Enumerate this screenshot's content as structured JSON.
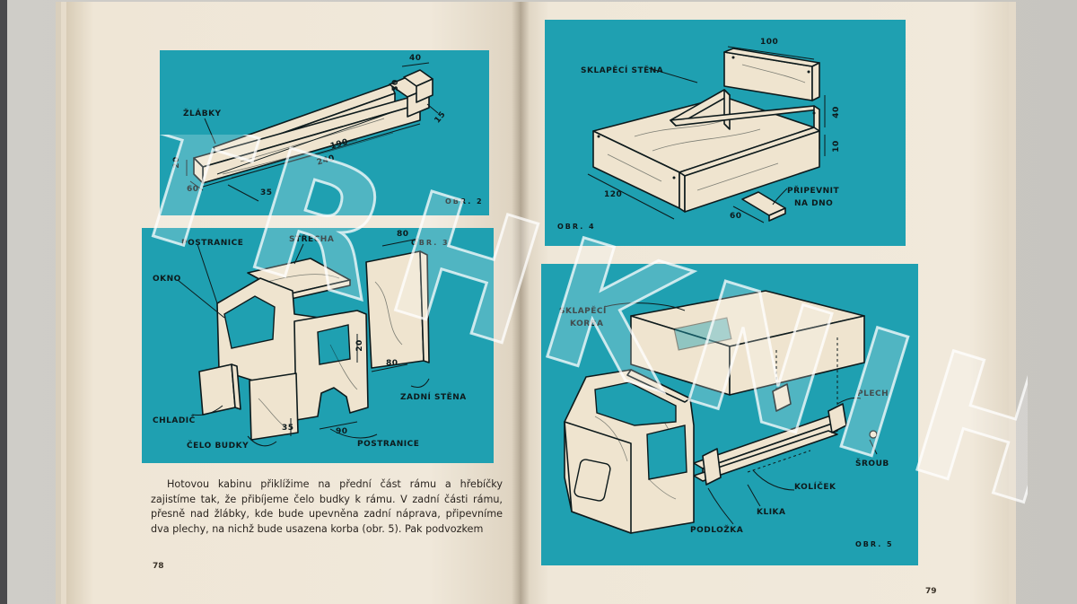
{
  "left_page": {
    "fig2": {
      "label_zlabky": "ŽLÁBKY",
      "dims": [
        "40",
        "30",
        "15",
        "190",
        "240",
        "20",
        "60",
        "35"
      ],
      "caption": "OBR. 2"
    },
    "fig3": {
      "label_postranice_top": "POSTRANICE",
      "label_strecha": "STŘECHA",
      "label_okno": "OKNO",
      "label_chladic": "CHLADIČ",
      "label_celo_budky": "ČELO BUDKY",
      "label_postranice_bottom": "POSTRANICE",
      "label_zadni_stena": "ZADNÍ STĚNA",
      "dims": [
        "80",
        "20",
        "80",
        "35",
        "90"
      ],
      "caption": "OBR. 3"
    },
    "text": "Hotovou kabinu přiklížime na přední část rámu a hřebíčky zajistíme tak, že přibíjeme čelo budky k rámu. V zadní části rámu, přesně nad žlábky, kde bude upevněna zadní náprava, připevníme dva plechy, na nichž bude usazena korba (obr. 5). Pak podvozkem",
    "page_number": "78"
  },
  "right_page": {
    "fig4": {
      "label_sklapeci_stena": "SKLAPĚCÍ STĚNA",
      "label_pripevnit": "PŘIPEVNIT",
      "label_na_dno": "NA DNO",
      "dims": [
        "100",
        "40",
        "10",
        "120",
        "60"
      ],
      "caption": "OBR. 4"
    },
    "fig5": {
      "label_sklapeci": "SKLAPĚCÍ",
      "label_korba": "KORBA",
      "label_plech": "PLECH",
      "label_sroub": "ŠROUB",
      "label_kolicek": "KOLÍČEK",
      "label_klika": "KLIKA",
      "label_podlozka": "PODLOŽKA",
      "caption": "OBR. 5"
    },
    "page_number": "79"
  },
  "watermark": "TRHKNIH",
  "colors": {
    "panel": "#1fa0b1",
    "wood": "#efe4cf",
    "ink": "#0d1a1c",
    "paper": "#efe7d8"
  }
}
